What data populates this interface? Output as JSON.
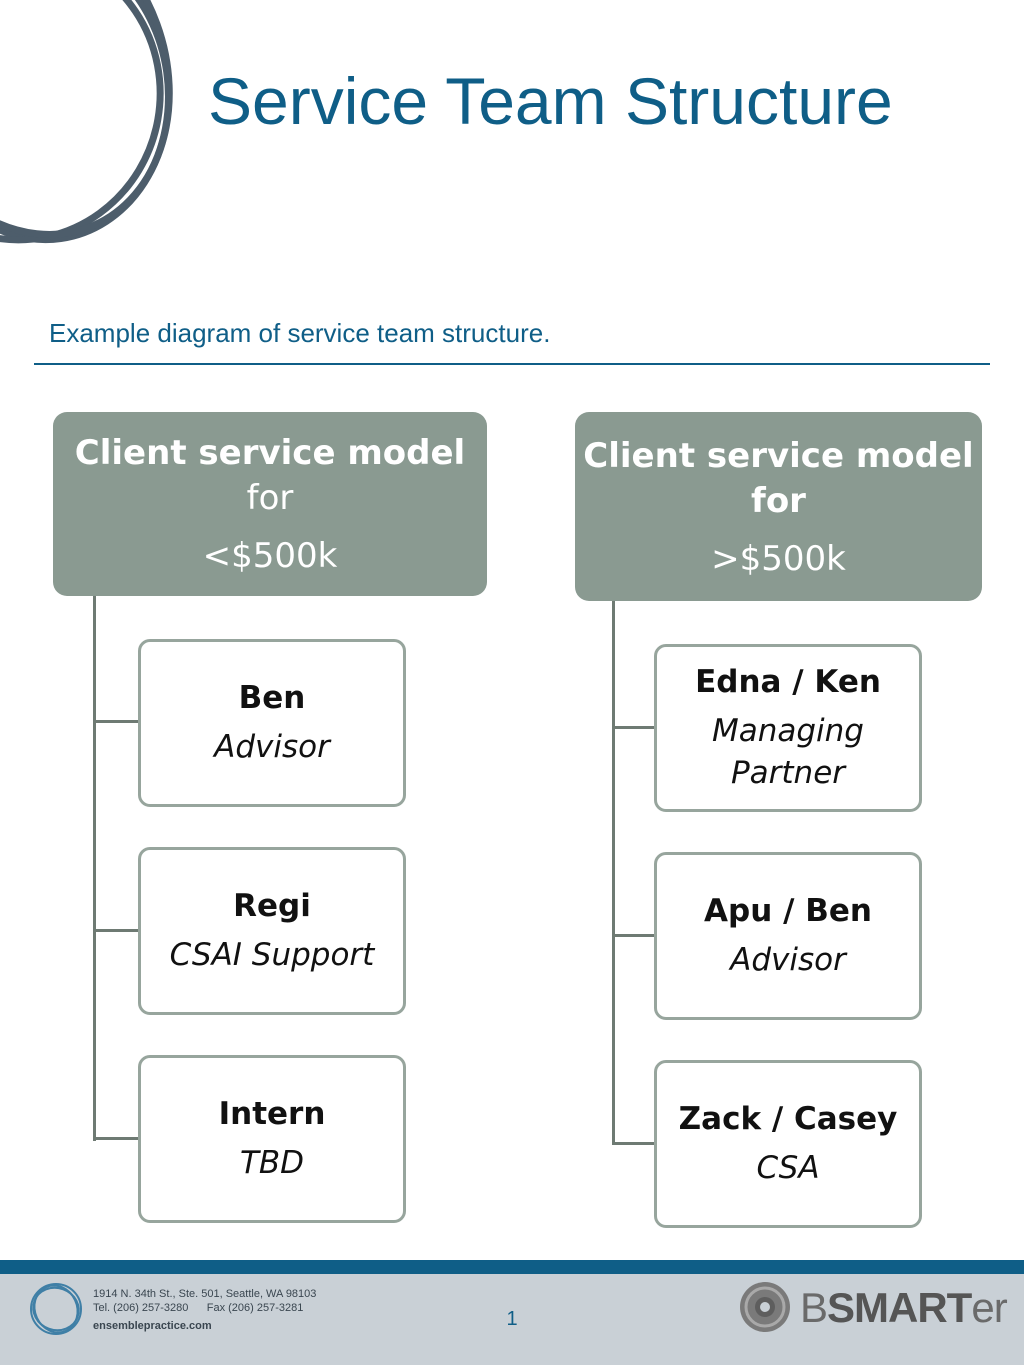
{
  "slide": {
    "title": "Service Team Structure",
    "subtitle": "Example diagram of service team structure."
  },
  "left_group": {
    "header_line1": "Client service model",
    "header_line2": "for",
    "header_line3": "<$500k",
    "members": [
      {
        "name": "Ben",
        "role": "Advisor"
      },
      {
        "name": "Regi",
        "role": "CSAI Support"
      },
      {
        "name": "Intern",
        "role": "TBD"
      }
    ]
  },
  "right_group": {
    "header_line1": "Client service model",
    "header_line2": "for",
    "header_line3": ">$500k",
    "members": [
      {
        "name": "Edna / Ken",
        "role": "Managing Partner"
      },
      {
        "name": "Apu / Ben",
        "role": "Advisor"
      },
      {
        "name": "Zack / Casey",
        "role": "CSA"
      }
    ]
  },
  "footer": {
    "address_line1": "1914 N. 34th St., Ste. 501, Seattle, WA 98103",
    "address_line2": "Tel. (206) 257-3280      Fax (206) 257-3281",
    "website": "ensemblepractice.com",
    "page_number": "1",
    "brand_prefix": "B",
    "brand_strong": "SMART",
    "brand_suffix": "er"
  },
  "colors": {
    "accent": "#0f5e87",
    "header_fill": "#8a9a91",
    "box_border": "#97a59d",
    "rings": "#4d5d6b"
  }
}
